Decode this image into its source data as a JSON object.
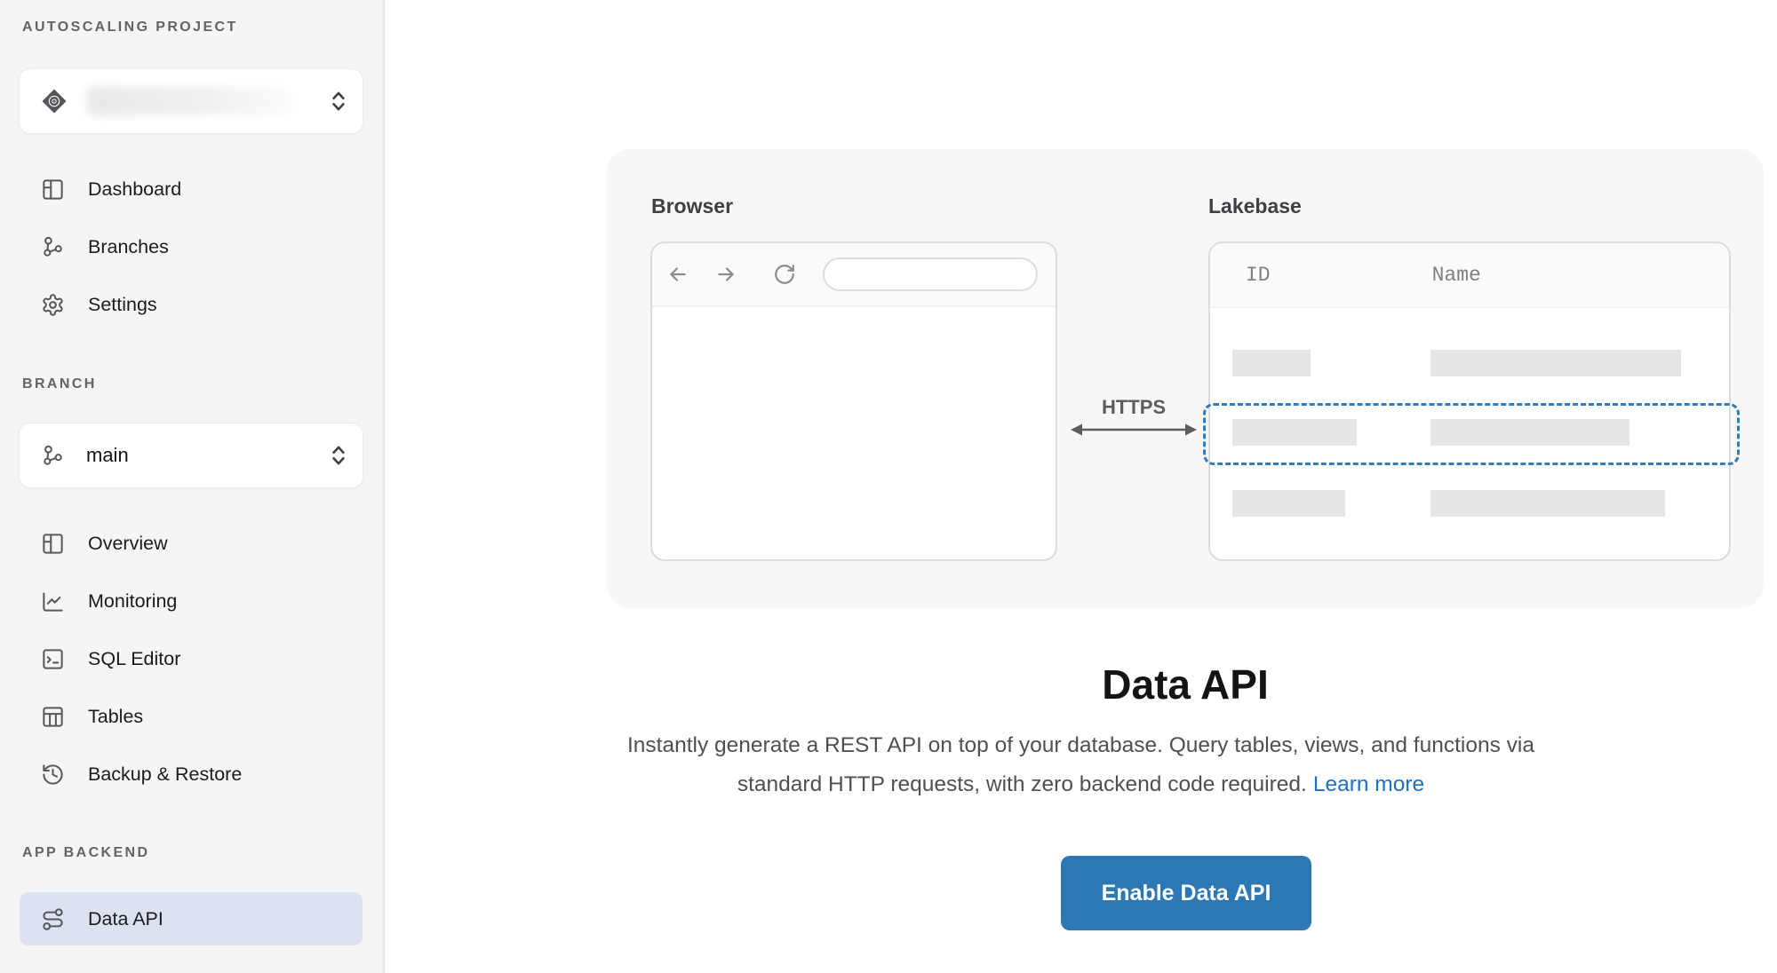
{
  "sidebar": {
    "project_section_label": "AUTOSCALING PROJECT",
    "project_selector": {
      "value_blurred": true
    },
    "project_nav": [
      {
        "label": "Dashboard",
        "icon": "dashboard-icon"
      },
      {
        "label": "Branches",
        "icon": "branches-icon"
      },
      {
        "label": "Settings",
        "icon": "gear-icon"
      }
    ],
    "branch_section_label": "BRANCH",
    "branch_selector": {
      "value": "main"
    },
    "branch_nav": [
      {
        "label": "Overview",
        "icon": "overview-icon"
      },
      {
        "label": "Monitoring",
        "icon": "monitoring-icon"
      },
      {
        "label": "SQL Editor",
        "icon": "sql-editor-icon"
      },
      {
        "label": "Tables",
        "icon": "tables-icon"
      },
      {
        "label": "Backup & Restore",
        "icon": "backup-restore-icon"
      }
    ],
    "backend_section_label": "APP BACKEND",
    "backend_nav": [
      {
        "label": "Data API",
        "icon": "route-icon",
        "selected": true
      }
    ]
  },
  "diagram": {
    "browser_label": "Browser",
    "lakebase_label": "Lakebase",
    "protocol_label": "HTTPS",
    "table": {
      "columns": {
        "id": "ID",
        "name": "Name"
      },
      "row_count": 3,
      "highlighted_row_index": 2
    }
  },
  "content": {
    "title": "Data API",
    "description_line1": "Instantly generate a REST API on top of your database. Query tables, views, and functions via",
    "description_line2": "standard HTTP requests, with zero backend code required.",
    "learn_more_label": "Learn more",
    "enable_button_label": "Enable Data API"
  },
  "colors": {
    "accent_button": "#2b78b5",
    "link": "#1d70c2",
    "highlight_dashed_border": "#2e7dbe",
    "selected_nav_bg": "#dce2ef",
    "sidebar_bg": "#f5f5f6",
    "hero_panel_bg": "#f7f7f8",
    "placeholder_bar": "#e5e5e8"
  }
}
